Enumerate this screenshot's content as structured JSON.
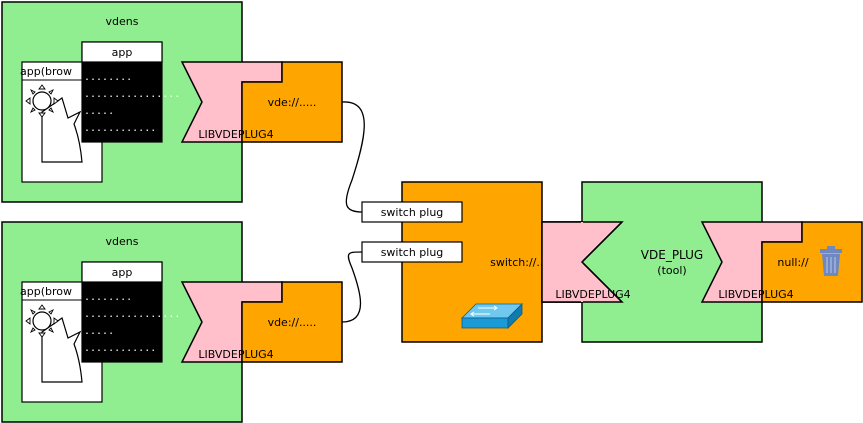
{
  "colors": {
    "vdens_bg": "#90ee90",
    "plug_orange": "#ffa500",
    "plug_pink": "#ffc0cb",
    "terminal_black": "#000000",
    "switch_icon": "#1a9ad6",
    "trash_icon": "#6f88c0"
  },
  "vdens": [
    {
      "title": "vdens",
      "app_window_title": "app",
      "browser_title": "app(brow",
      "terminal_lines": [
        "........",
        "................",
        ".....",
        "............"
      ],
      "plug": {
        "url": "vde://.....",
        "library": "LIBVDEPLUG4"
      }
    },
    {
      "title": "vdens",
      "app_window_title": "app",
      "browser_title": "app(brow",
      "terminal_lines": [
        "........",
        "................",
        ".....",
        "............"
      ],
      "plug": {
        "url": "vde://.....",
        "library": "LIBVDEPLUG4"
      }
    }
  ],
  "switch_plugs": [
    "switch plug",
    "switch plug"
  ],
  "switch": {
    "url": "switch://.....",
    "library": "LIBVDEPLUG4",
    "icon": "network-switch-icon"
  },
  "vde_plug_tool": {
    "name": "VDE_PLUG",
    "subtitle": "(tool)"
  },
  "null_plug": {
    "url": "null://",
    "library": "LIBVDEPLUG4",
    "icon": "trash-icon"
  }
}
